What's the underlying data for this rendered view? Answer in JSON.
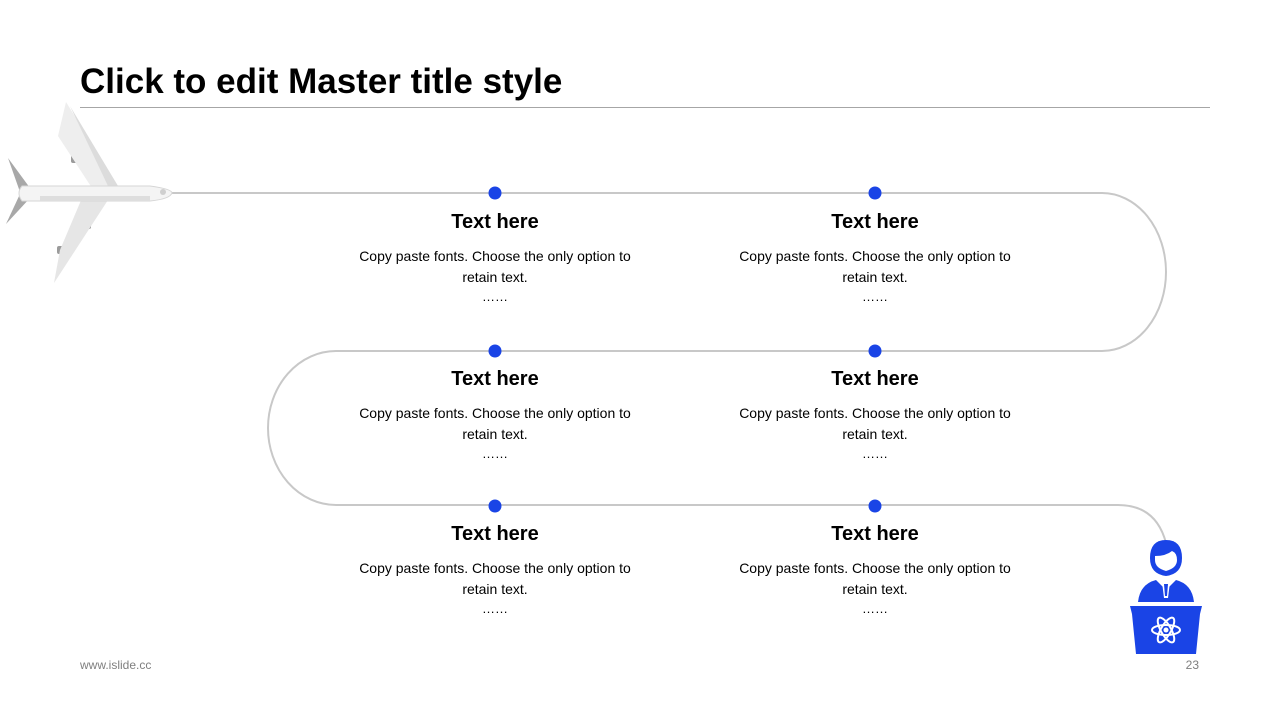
{
  "slide": {
    "title": "Click to edit Master title style",
    "footer_url": "www.islide.cc",
    "page_number": "23"
  },
  "colors": {
    "accent": "#1a44e6",
    "route_line": "#c8c8c8",
    "title_rule": "#a6a6a6",
    "footer_text": "#7f7f7f"
  },
  "steps": [
    {
      "title": "Text here",
      "body": "Copy paste fonts. Choose the only option to retain text.",
      "more": "……"
    },
    {
      "title": "Text here",
      "body": "Copy paste fonts. Choose the only option to retain text.",
      "more": "……"
    },
    {
      "title": "Text here",
      "body": "Copy paste fonts. Choose the only option to retain text.",
      "more": "……"
    },
    {
      "title": "Text here",
      "body": "Copy paste fonts. Choose the only option to retain text.",
      "more": "……"
    },
    {
      "title": "Text here",
      "body": "Copy paste fonts. Choose the only option to retain text.",
      "more": "……"
    },
    {
      "title": "Text here",
      "body": "Copy paste fonts. Choose the only option to retain text.",
      "more": "……"
    }
  ],
  "icons": {
    "start": "airplane-icon",
    "end": "presenter-icon",
    "emblem": "atom-icon"
  }
}
